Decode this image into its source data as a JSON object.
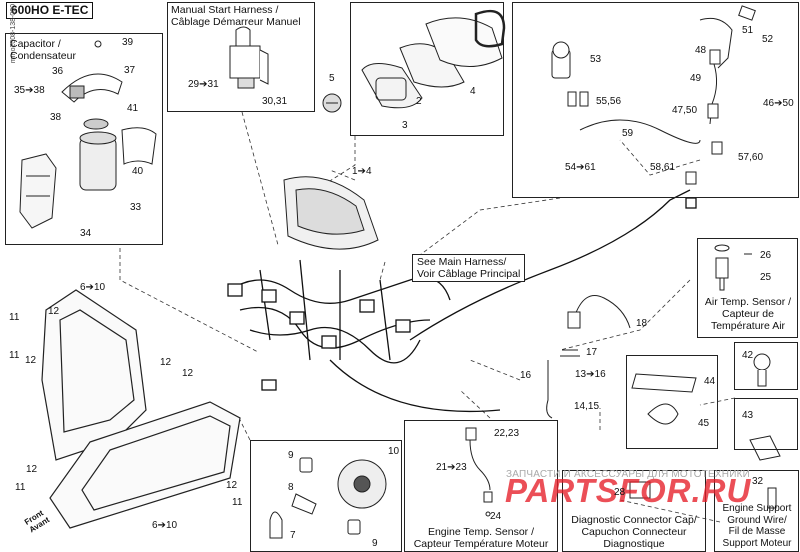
{
  "title": "600HO E-TEC",
  "side_code": "mmo2008-138-000",
  "labels": {
    "capacitor": "Capacitor /\nCondensateur",
    "manual_start": "Manual Start Harness /\nCâblage Démarreur Manuel",
    "main_harness": "See Main Harness/\nVoir Câblage Principal",
    "air_temp": "Air Temp. Sensor /\nCapteur de\nTempérature Air",
    "engine_temp": "Engine Temp. Sensor /\nCapteur Température Moteur",
    "diag_cap": "Diagnostic Connector Cap/\nCapuchon Connecteur\nDiagnostique",
    "engine_support": "Engine Support\nGround Wire/\nFil de Masse\nSupport Moteur",
    "front": "Front\nAvant"
  },
  "watermark": "ЗАПЧАСТИ И АКСЕССУАРЫ ДЛЯ МОТОТЕХНИКИ",
  "brand": "PARTSFOR.RU",
  "callouts": {
    "c39": "39",
    "c36": "36",
    "c37": "37",
    "c35_38": "35➔38",
    "c38": "38",
    "c41": "41",
    "c40": "40",
    "c33": "33",
    "c34": "34",
    "c29_31": "29➔31",
    "c30_31": "30,31",
    "c5": "5",
    "c2": "2",
    "c3": "3",
    "c4": "4",
    "c1_4": "1➔4",
    "c53": "53",
    "c55_56": "55,56",
    "c59": "59",
    "c54_61": "54➔61",
    "c58_61": "58,61",
    "c51": "51",
    "c52": "52",
    "c48": "48",
    "c49": "49",
    "c47_50": "47,50",
    "c46_50": "46➔50",
    "c57_60": "57,60",
    "c26": "26",
    "c25": "25",
    "c18": "18",
    "c17": "17",
    "c16": "16",
    "c13_16": "13➔16",
    "c14_15": "14,15",
    "c42": "42",
    "c44": "44",
    "c45": "45",
    "c43": "43",
    "c6_10a": "6➔10",
    "c11a": "11",
    "c12a": "12",
    "c11b": "11",
    "c12b": "12",
    "c12c": "12",
    "c12d": "12",
    "c11c": "11",
    "c12e": "12",
    "c11d": "11",
    "c6_10b": "6➔10",
    "c9a": "9",
    "c10": "10",
    "c8": "8",
    "c7": "7",
    "c9b": "9",
    "c22_23": "22,23",
    "c21_23": "21➔23",
    "c24": "24",
    "c28": "28",
    "c32": "32"
  }
}
